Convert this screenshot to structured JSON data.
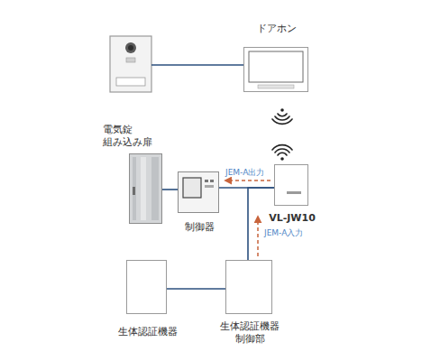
{
  "diagram": {
    "nodes": [
      {
        "text": [
          "ドアホン"
        ]
      },
      {
        "text": [
          "電気錠 組み込み扉"
        ]
      },
      {
        "text": [
          "制御器"
        ]
      },
      {
        "text": [
          "VL-JW10"
        ]
      },
      {
        "text": [
          "生体認証機器"
        ]
      },
      {
        "text": [
          "生体認証機器 制御部"
        ]
      }
    ],
    "edges": [
      {
        "from": 1,
        "to": 2,
        "arrow": "none"
      },
      {
        "from": 3,
        "to": 2,
        "label": "JEM-A出力",
        "arrow": "to"
      },
      {
        "from": 5,
        "to": 3,
        "label": "JEM-A入力",
        "arrow": "to"
      },
      {
        "from": 4,
        "to": 5,
        "arrow": "none"
      }
    ]
  }
}
